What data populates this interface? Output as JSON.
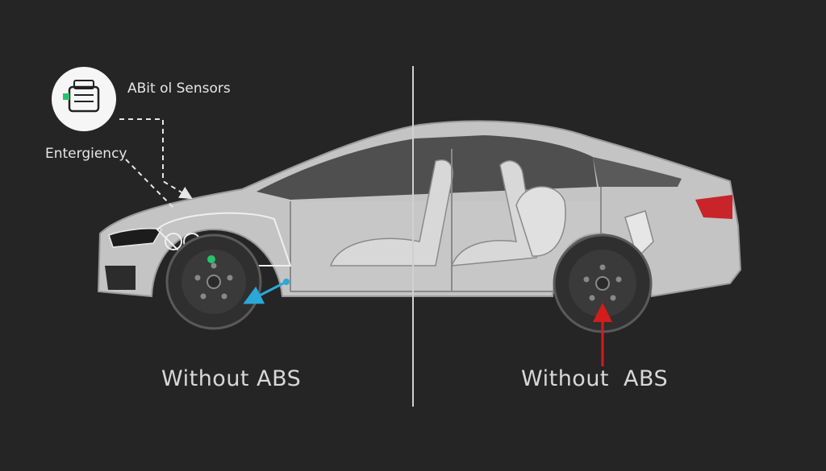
{
  "labels": {
    "sensors": "ABit ol Sensors",
    "emergency": "Entergiency",
    "left_caption": "Without  ABS",
    "right_caption_word1": "Without",
    "right_caption_word2": "ABS"
  },
  "colors": {
    "background": "#252525",
    "body": "#c4c4c4",
    "tire": "#3a3a3a",
    "tail_light": "#c8242a",
    "arrow_red": "#d41c1c",
    "arrow_blue": "#2aa8d8",
    "sensor_green": "#27c26a",
    "divider": "#d0d0d0"
  },
  "icons": [
    "abs-sensor-icon"
  ]
}
